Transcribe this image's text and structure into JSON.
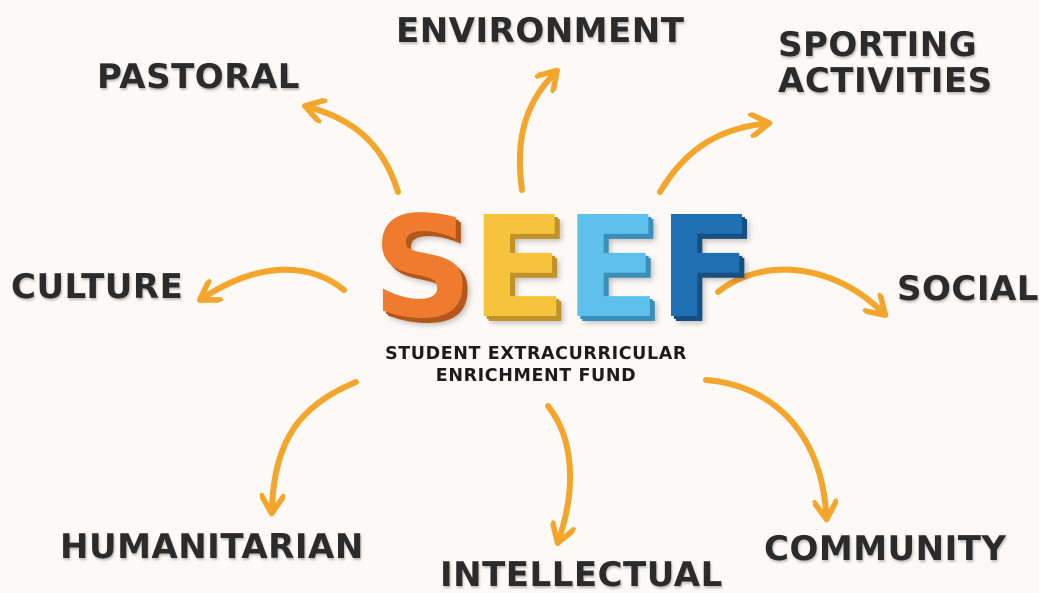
{
  "logo": {
    "letters": [
      {
        "char": "S",
        "color": "#ef7b2e",
        "shadow": "#b3571a"
      },
      {
        "char": "E",
        "color": "#f5c43c",
        "shadow": "#c2922a"
      },
      {
        "char": "E",
        "color": "#5ec0ec",
        "shadow": "#3a8fb8"
      },
      {
        "char": "F",
        "color": "#1e6fb3",
        "shadow": "#164f80"
      }
    ],
    "subtitle_line1": "STUDENT EXTRACURRICULAR",
    "subtitle_line2": "ENRICHMENT FUND"
  },
  "arrow_color": "#f4a52c",
  "categories": {
    "environment": "ENVIRONMENT",
    "pastoral": "PASTORAL",
    "sporting_line1": "SPORTING",
    "sporting_line2": "ACTIVITIES",
    "culture": "CULTURE",
    "social": "SOCIAL",
    "humanitarian": "HUMANITARIAN",
    "intellectual": "INTELLECTUAL",
    "community": "COMMUNITY"
  }
}
